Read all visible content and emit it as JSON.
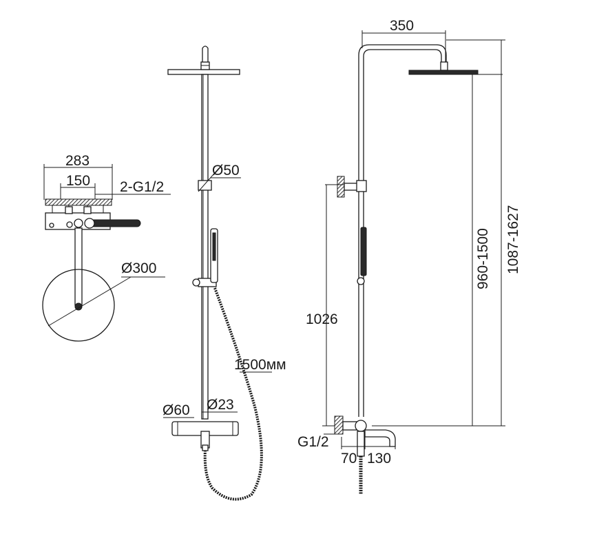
{
  "dimensions": {
    "width_283": "283",
    "width_150": "150",
    "inlets": "2-G1/2",
    "diameter_300": "Ø300",
    "diameter_50": "Ø50",
    "hose_length": "1500мм",
    "diameter_60": "Ø60",
    "diameter_23": "Ø23",
    "arm_350": "350",
    "height_1026": "1026",
    "height_960_1500": "960-1500",
    "height_1087_1627": "1087-1627",
    "thread_g12": "G1/2",
    "depth_70": "70",
    "spout_130": "130"
  },
  "colors": {
    "line": "#1a1a1a",
    "background": "#ffffff",
    "hatch": "#333333"
  }
}
